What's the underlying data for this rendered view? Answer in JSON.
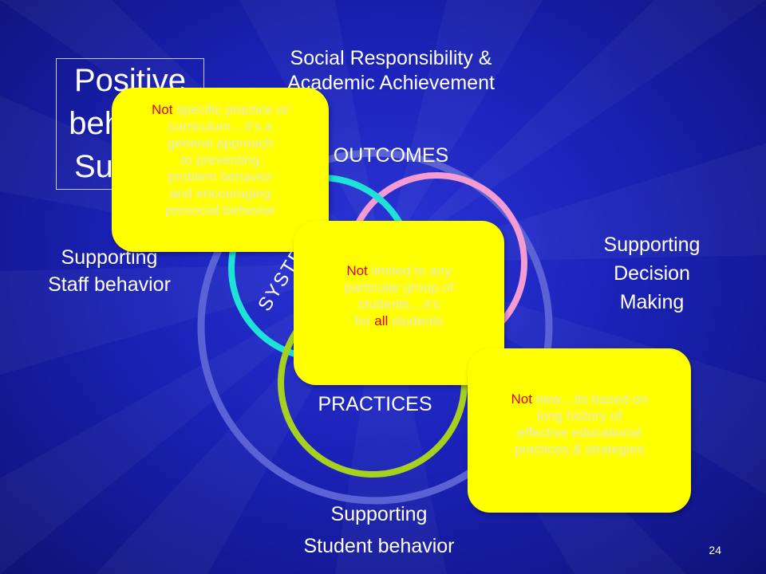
{
  "colors": {
    "background": "#1b22b8",
    "outer_circle": "#5a62d6",
    "outcomes_circle": "#f59bd3",
    "systems_circle": "#1ee2d6",
    "practices_circle": "#a6d21e",
    "note_fill": "#ffff00",
    "note_emphasis": "#e60000"
  },
  "title_box": {
    "line1": "Positive",
    "line2": "behavior",
    "line3": "Support"
  },
  "top_label": {
    "line1": "Social Responsibility &",
    "line2": "Academic Achievement"
  },
  "circles": {
    "outcomes": "OUTCOMES",
    "systems": "SYSTEMS",
    "practices": "PRACTICES"
  },
  "side_labels": {
    "left": {
      "line1": "Supporting",
      "line2": "Staff behavior"
    },
    "right": {
      "line1": "Supporting",
      "line2": "Decision",
      "line3": "Making"
    },
    "bottom": {
      "line1": "Supporting",
      "line2": "Student behavior"
    }
  },
  "notes": {
    "note1": {
      "emphasis": "Not",
      "rest": " specific practice or",
      "line2": "curriculum…it’s a",
      "line3": "general approach",
      "line4": "to preventing",
      "line5": "problem behavior",
      "line6": "and encouraging",
      "line7": "prosocial behavior"
    },
    "note2": {
      "emphasis": "Not",
      "rest": " limited to any",
      "line2": "particular group of",
      "line3": "students…it’s",
      "line4_pre": "for ",
      "line4_emph": "all",
      "line4_post": " students"
    },
    "note3": {
      "emphasis": "Not",
      "rest": " new…its based on",
      "line2": "long history of",
      "line3": "effective educational",
      "line4": "practices & strategies"
    }
  },
  "page_number": "24"
}
